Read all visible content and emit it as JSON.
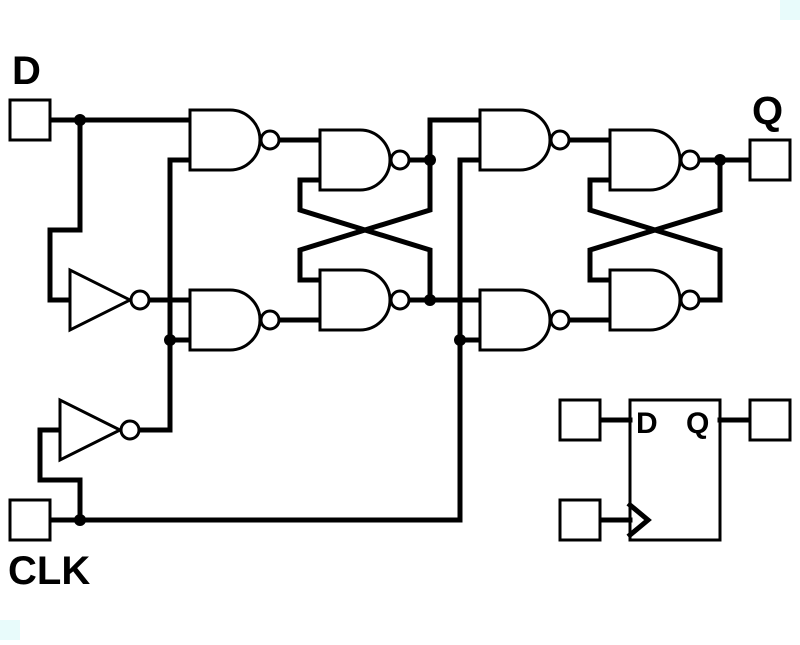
{
  "labels": {
    "d": "D",
    "q": "Q",
    "clk": "CLK"
  },
  "symbol": {
    "d": "D",
    "q": "Q"
  },
  "colors": {
    "background": "#ffffff",
    "stroke": "#000000",
    "corner_marker": "#e8fbfb"
  }
}
